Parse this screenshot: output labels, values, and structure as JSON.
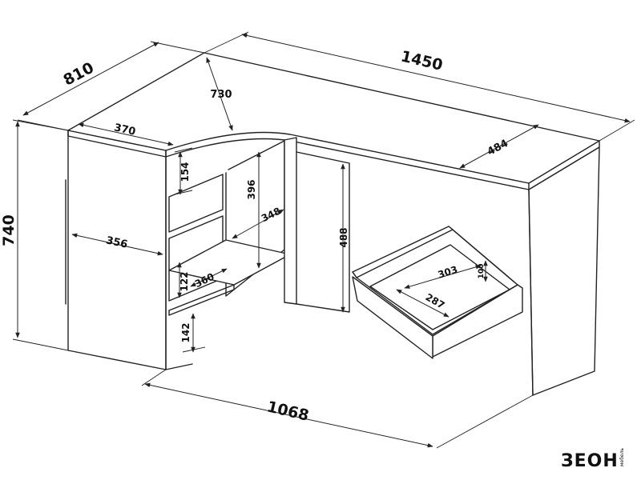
{
  "dimensions": {
    "width_total": "1450",
    "depth_total": "810",
    "height_total": "740",
    "width_front": "1068",
    "depth_top_diag": "730",
    "top_wing_depth": "484",
    "side_top_width": "370",
    "side_panel_depth": "356",
    "drawer_front_1": "154",
    "shelf_height": "396",
    "shelf_depth": "348",
    "drawer_front_2": "122",
    "drawer_depth_side": "360",
    "drawer_front_3": "142",
    "knee_height": "488",
    "drawer_inner_length": "303",
    "drawer_inner_height": "100",
    "drawer_inner_width": "287"
  },
  "logo": {
    "text": "ЗЕОН",
    "tagline": "мебель"
  },
  "colors": {
    "line": "#222222",
    "background": "#ffffff"
  }
}
